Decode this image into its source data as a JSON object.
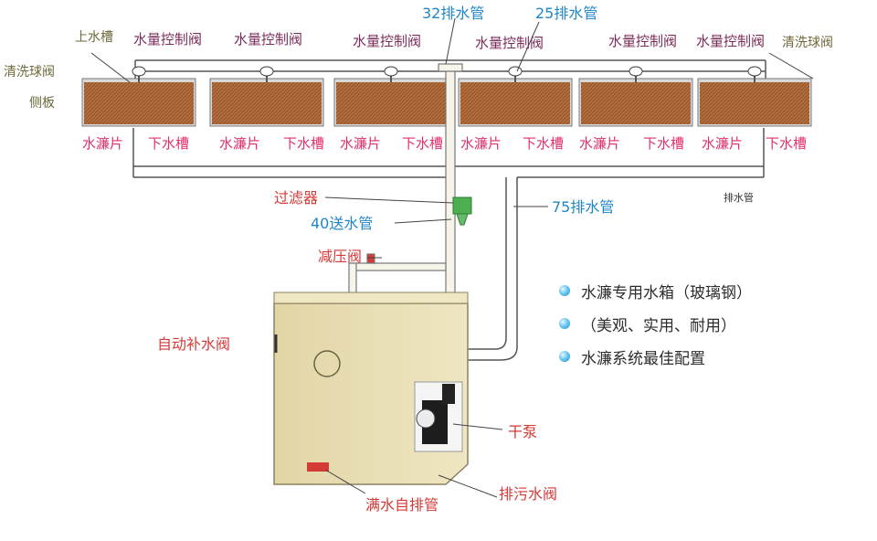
{
  "colors": {
    "blue": "#1f86c8",
    "red": "#d43a36",
    "pink": "#e0306a",
    "purple": "#7a2d5a",
    "olive": "#6e6a3a",
    "pad": "#b06a3a",
    "tank": "#e6dcb0",
    "filter": "#4caf50"
  },
  "labels": {
    "top_trough": "上水槽",
    "flush_ball_valve": "清洗球阀",
    "side_panel": "侧板",
    "water_control_valve": "水量控制阀",
    "pipe_32": "32排水管",
    "pipe_25": "25排水管",
    "pad": "水濂片",
    "lower_trough": "下水槽",
    "filter": "过滤器",
    "supply_pipe_40": "40送水管",
    "drain_pipe_75": "75排水管",
    "drain_pipe_small": "排水管",
    "pressure_valve": "减压阀",
    "auto_fill_valve": "自动补水阀",
    "pump": "干泵",
    "sewage_valve": "排污水阀",
    "overflow_pipe": "满水自排管"
  },
  "legend": [
    {
      "text": "水濂专用水箱（玻璃钢）",
      "icon": "blue-ball-bullet"
    },
    {
      "text": "（美观、实用、耐用）",
      "icon": "blue-ball-bullet"
    },
    {
      "text": "水濂系统最佳配置",
      "icon": "blue-ball-bullet"
    }
  ]
}
